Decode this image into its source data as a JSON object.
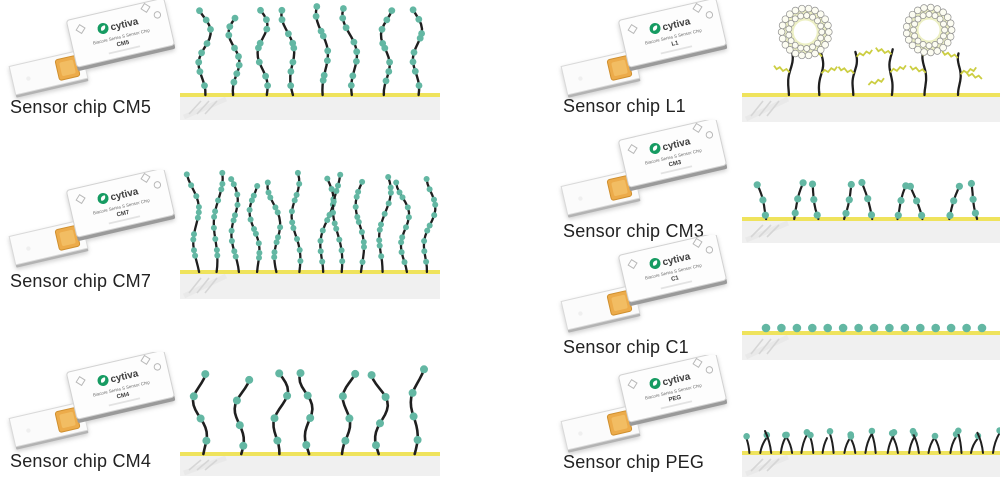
{
  "brand": {
    "logo_text": "cytiva",
    "product_line": "Biacore Series S Sensor Chip",
    "accent_green": "#169b62"
  },
  "colors": {
    "dot_teal": "#63b7a3",
    "chain_black": "#1f1f1f",
    "gold_surface": "#efe35c",
    "substrate_gray": "#f0f0f0",
    "hatch_gray": "#d6d6d6",
    "lipid_yellow": "#ccce42",
    "liposome_fill": "#edf0c4",
    "liposome_ring_stroke": "#8f8f8f",
    "chip_body": "#fdfdfd",
    "chip_edge": "#9a9a9a",
    "gold_pad": "#ecab4a",
    "label_text": "#222222"
  },
  "chips": [
    {
      "id": "cm5",
      "code": "CM5",
      "label": "Sensor chip CM5",
      "surface": {
        "type": "dextran",
        "chain_count": 8,
        "dots_per_chain": 8
      }
    },
    {
      "id": "cm7",
      "code": "CM7",
      "label": "Sensor chip CM7",
      "surface": {
        "type": "dextran",
        "chain_count": 12,
        "dots_per_chain": 10
      }
    },
    {
      "id": "cm4",
      "code": "CM4",
      "label": "Sensor chip CM4",
      "surface": {
        "type": "dextran",
        "chain_count": 7,
        "dots_per_chain": 4
      }
    },
    {
      "id": "l1",
      "code": "L1",
      "label": "Sensor chip L1",
      "surface": {
        "type": "lipophilic",
        "chain_count": 6,
        "liposome_count": 2,
        "branches_per_chain": 2
      }
    },
    {
      "id": "cm3",
      "code": "CM3",
      "label": "Sensor chip CM3",
      "surface": {
        "type": "dextran",
        "chain_count": 9,
        "dots_per_chain": 3
      }
    },
    {
      "id": "c1",
      "code": "C1",
      "label": "Sensor chip C1",
      "surface": {
        "type": "flat",
        "dot_count": 15
      }
    },
    {
      "id": "peg",
      "code": "PEG",
      "label": "Sensor chip PEG",
      "surface": {
        "type": "brush",
        "chain_count": 24
      }
    }
  ]
}
